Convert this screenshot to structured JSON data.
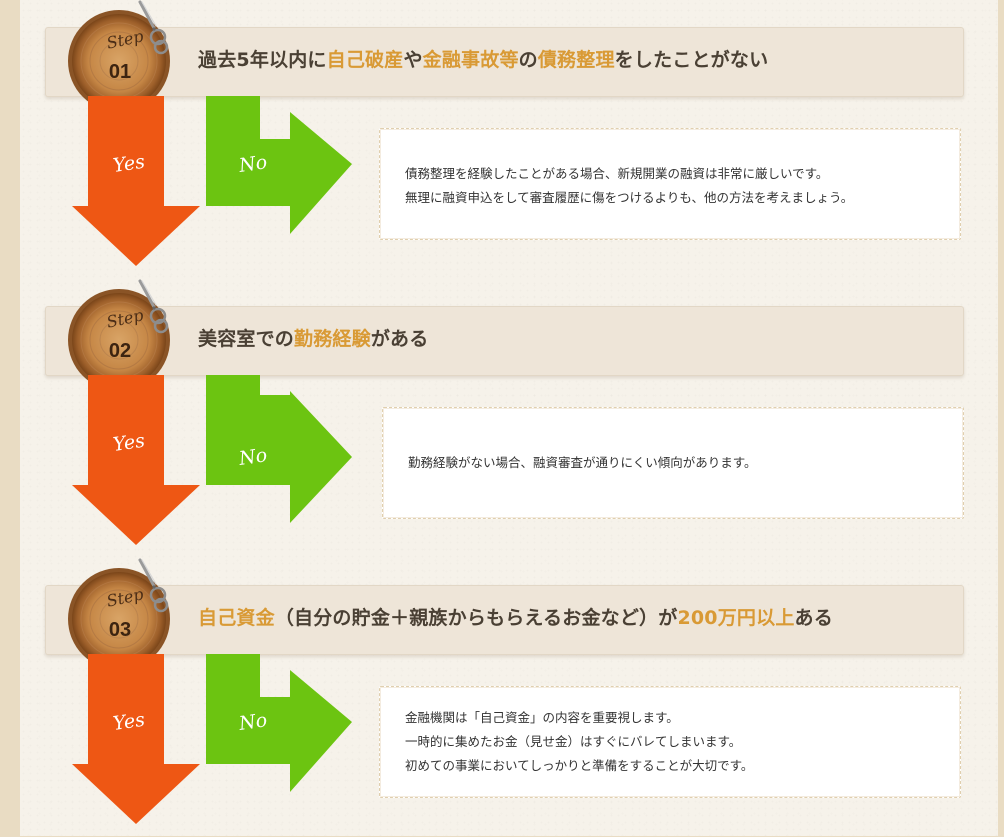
{
  "colors": {
    "yes_arrow": "#ee5714",
    "no_arrow": "#6cc411",
    "highlight": "#d99a35",
    "title_text": "#4a4034"
  },
  "steps": [
    {
      "badge_label": "Step",
      "number": "01",
      "title_parts": [
        "過去5年以内に",
        "自己破産",
        "や",
        "金融事故等",
        "の",
        "債務整理",
        "をしたことがない"
      ],
      "yes_label": "Yes",
      "no_label": "No",
      "note_lines": [
        "債務整理を経験したことがある場合、新規開業の融資は非常に厳しいです。",
        "無理に融資申込をして審査履歴に傷をつけるよりも、他の方法を考えましょう。"
      ]
    },
    {
      "badge_label": "Step",
      "number": "02",
      "title_parts": [
        "美容室での",
        "勤務経験",
        "がある"
      ],
      "yes_label": "Yes",
      "no_label": "No",
      "note_lines": [
        "勤務経験がない場合、融資審査が通りにくい傾向があります。"
      ]
    },
    {
      "badge_label": "Step",
      "number": "03",
      "title_parts": [
        "",
        "自己資金",
        "（自分の貯金＋親族からもらえるお金など）が",
        "200万円以上",
        "ある"
      ],
      "yes_label": "Yes",
      "no_label": "No",
      "note_lines": [
        "金融機関は「自己資金」の内容を重要視します。",
        "一時的に集めたお金（見せ金）はすぐにバレてしまいます。",
        "初めての事業においてしっかりと準備をすることが大切です。"
      ]
    }
  ]
}
